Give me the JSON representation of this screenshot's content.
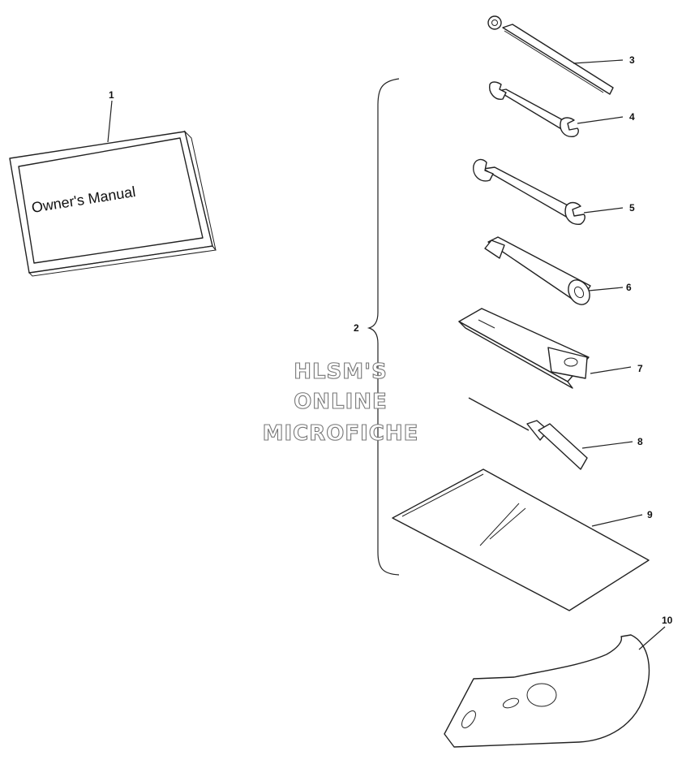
{
  "manual": {
    "cover_title": "Owner's Manual"
  },
  "callouts": [
    "1",
    "2",
    "3",
    "4",
    "5",
    "6",
    "7",
    "8",
    "9",
    "10"
  ],
  "watermark": {
    "line1": "HLSM'S",
    "line2": "ONLINE",
    "line3": "MICROFICHE"
  }
}
